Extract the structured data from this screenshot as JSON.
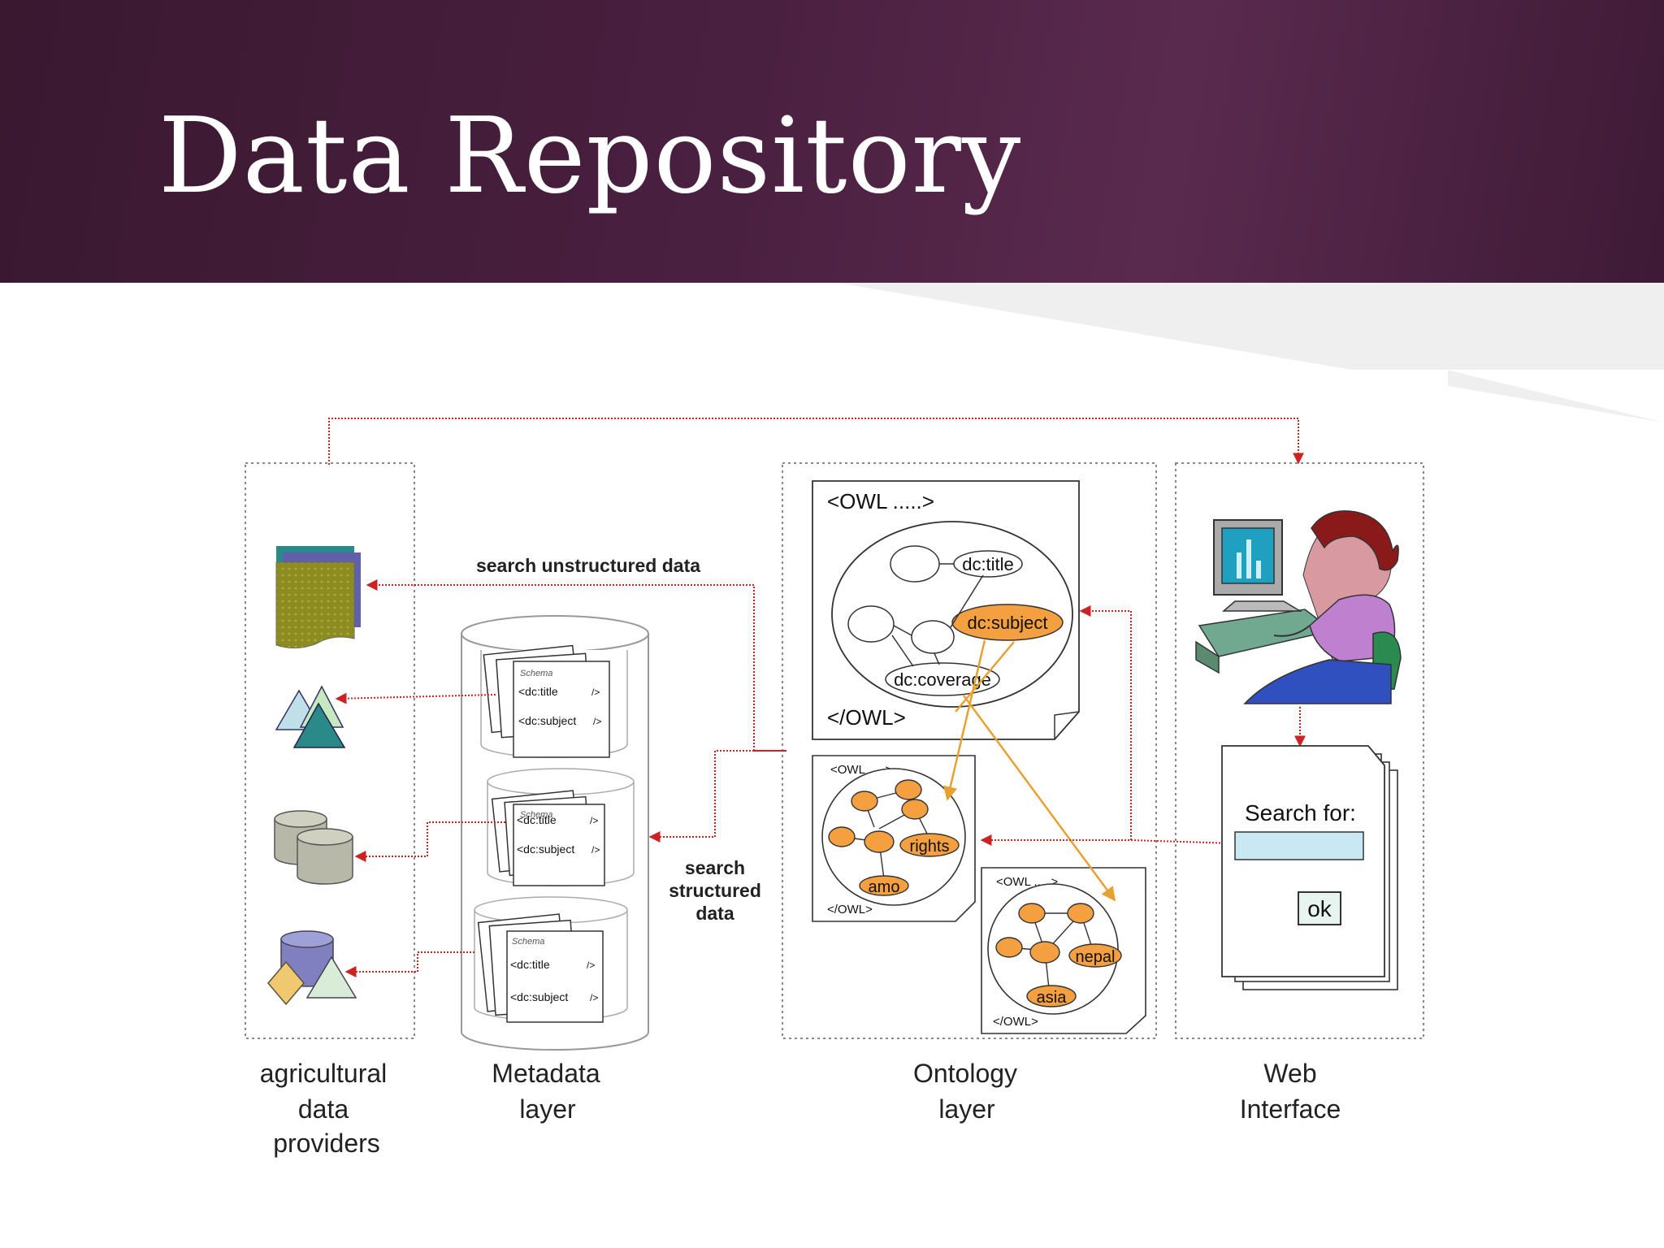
{
  "slide": {
    "title": "Data Repository"
  },
  "diagram": {
    "arrow_labels": {
      "unstructured": "search unstructured data",
      "structured": [
        "search",
        "structured",
        "data"
      ]
    },
    "owl_main": {
      "open_tag": "<OWL .....>",
      "close_tag": "</OWL>",
      "nodes": [
        "dc:title",
        "dc:subject",
        "dc:coverage"
      ]
    },
    "owl_small_1": {
      "open_tag": "<OWL .....>",
      "close_tag": "</OWL>",
      "nodes": [
        "rights",
        "amo"
      ]
    },
    "owl_small_2": {
      "open_tag": "<OWL .....>",
      "close_tag": "</OWL>",
      "nodes": [
        "nepal",
        "asia"
      ]
    },
    "metadata_docs": {
      "schema_label": "Schema",
      "field_title": "<dc:title",
      "field_subject": "<dc:subject",
      "field_end": "/>"
    },
    "web_form": {
      "search_label": "Search for:",
      "ok_label": "ok"
    },
    "layer_labels": {
      "providers": [
        "agricultural",
        "data",
        "providers"
      ],
      "metadata": [
        "Metadata",
        "layer"
      ],
      "ontology": [
        "Ontology",
        "layer"
      ],
      "web": [
        "Web",
        "Interface"
      ]
    },
    "colors": {
      "arrow_red": "#cc2222",
      "ontology_orange": "#f4a040",
      "link_gold": "#e8b040",
      "frame_gray": "#888888"
    }
  }
}
